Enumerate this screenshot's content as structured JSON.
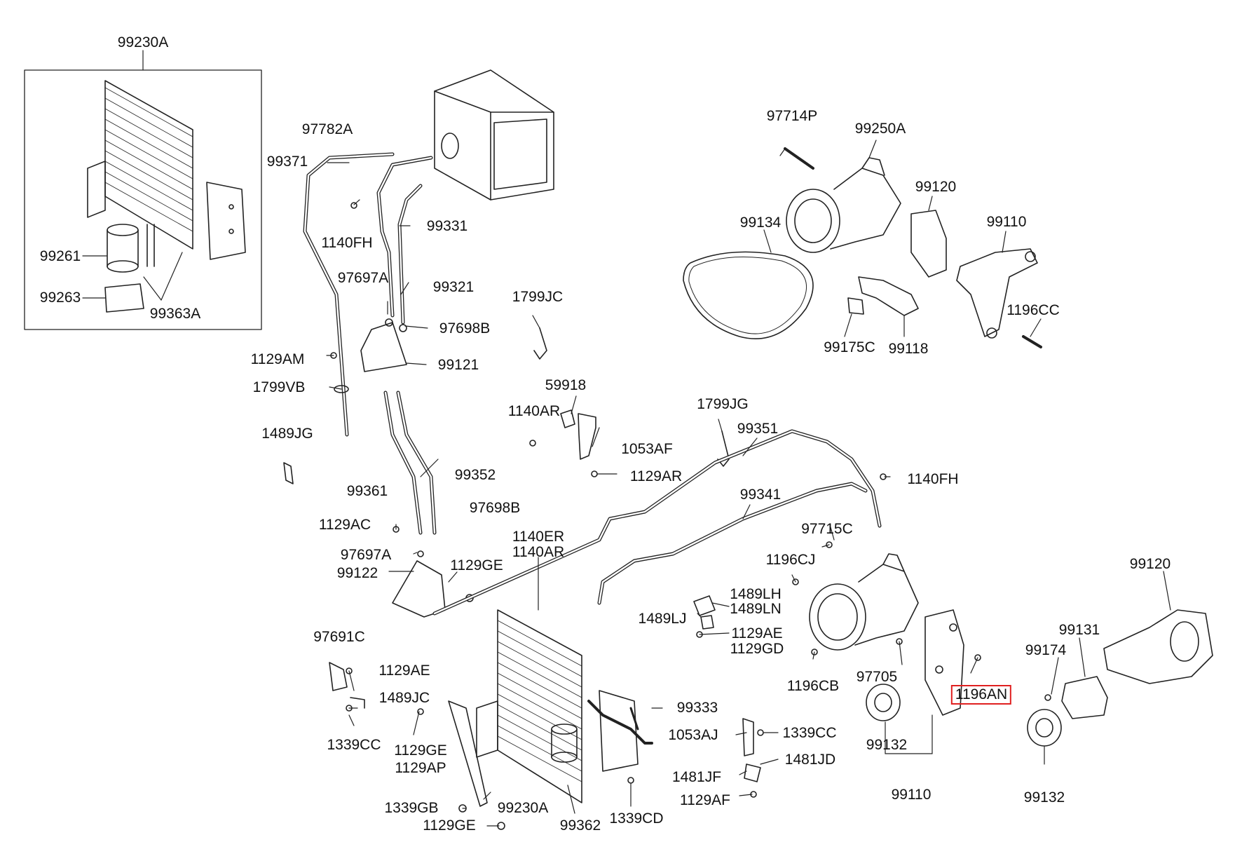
{
  "labels": {
    "L99230A_top": "99230A",
    "L97782A": "97782A",
    "L99371": "99371",
    "L1140FH_a": "1140FH",
    "L99331": "99331",
    "L97697A_a": "97697A",
    "L99321": "99321",
    "L97698B_a": "97698B",
    "L99121": "99121",
    "L1129AM": "1129AM",
    "L1799VB": "1799VB",
    "L1489JG": "1489JG",
    "L99261": "99261",
    "L99263": "99263",
    "L99363A": "99363A",
    "L1799JC": "1799JC",
    "L59918": "59918",
    "L1140AR_a": "1140AR",
    "L1053AF": "1053AF",
    "L1129AR": "1129AR",
    "L1799JG": "1799JG",
    "L99351": "99351",
    "L1140FH_b": "1140FH",
    "L99341": "99341",
    "L99361": "99361",
    "L99352": "99352",
    "L97698B_b": "97698B",
    "L1129AC": "1129AC",
    "L97697A_b": "97697A",
    "L99122": "99122",
    "L1129GE_a": "1129GE",
    "L1140ER": "1140ER",
    "L1140AR_b": "1140AR",
    "L97714P": "97714P",
    "L99250A": "99250A",
    "L99120_a": "99120",
    "L99134": "99134",
    "L99110_a": "99110",
    "L1196CC": "1196CC",
    "L99175C": "99175C",
    "L99118": "99118",
    "L97715C": "97715C",
    "L1196CJ": "1196CJ",
    "L1489LH": "1489LH",
    "L1489LN": "1489LN",
    "L1489LJ": "1489LJ",
    "L1129AE_a": "1129AE",
    "L1129GD": "1129GD",
    "L97691C": "97691C",
    "L1129AE_b": "1129AE",
    "L1489JC": "1489JC",
    "L1339CC_a": "1339CC",
    "L1129GE_b": "1129GE",
    "L1129AP": "1129AP",
    "L99333": "99333",
    "L1053AJ": "1053AJ",
    "L1339CC_b": "1339CC",
    "L1481JF": "1481JF",
    "L1481JD": "1481JD",
    "L1129AF": "1129AF",
    "L1339GB": "1339GB",
    "L99230A_bot": "99230A",
    "L1129GE_c": "1129GE",
    "L99362": "99362",
    "L1339CD": "1339CD",
    "L1196CB": "1196CB",
    "L97705": "97705",
    "L1196AN": "1196AN",
    "L99132_a": "99132",
    "L99110_b": "99110",
    "L99120_b": "99120",
    "L99131": "99131",
    "L99174": "99174",
    "L99132_b": "99132"
  },
  "highlight_color": "#e02020"
}
